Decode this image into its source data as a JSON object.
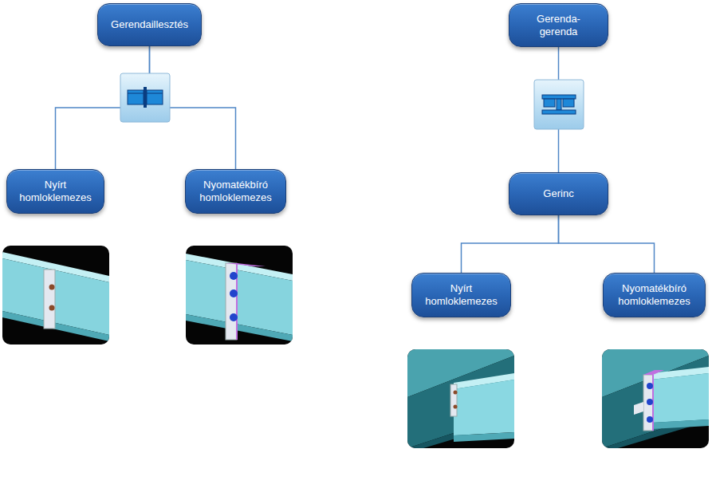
{
  "diagram": {
    "nodes": [
      {
        "text": [
          "Gerendaillesztés"
        ]
      },
      {
        "text": [
          "Nyírt homloklemezes"
        ]
      },
      {
        "text": [
          "Nyomatékbíró homloklemezes"
        ]
      },
      {
        "text": [
          "Gerenda- gerenda"
        ]
      },
      {
        "text": [
          "Gerinc"
        ]
      },
      {
        "text": [
          "Nyírt homloklemezes"
        ]
      },
      {
        "text": [
          "Nyomatékbíró homloklemezes"
        ]
      }
    ],
    "edges": [
      {
        "from": 0,
        "to": 1,
        "arrow": "none"
      },
      {
        "from": 0,
        "to": 2,
        "arrow": "none"
      },
      {
        "from": 3,
        "to": 4,
        "arrow": "none"
      },
      {
        "from": 4,
        "to": 5,
        "arrow": "none"
      },
      {
        "from": 4,
        "to": 6,
        "arrow": "none"
      }
    ]
  }
}
